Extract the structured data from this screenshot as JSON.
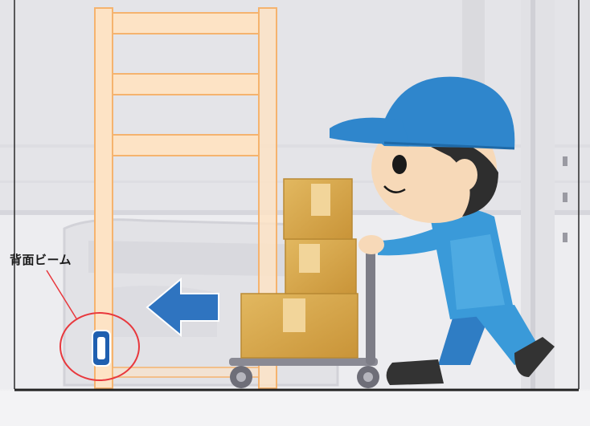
{
  "callout": {
    "label": "背面ビーム"
  },
  "icons": [
    "ladder-frame",
    "back-beam-marker",
    "push-arrow",
    "worker",
    "cardboard-box",
    "hand-cart"
  ],
  "colors": {
    "frame_fill": "#fde3c5",
    "frame_stroke": "#f5b36e",
    "callout_red": "#e8383d",
    "arrow_blue": "#2f74c0",
    "cap_blue": "#2f86cc",
    "shirt_blue": "#3a9ad9",
    "box_tan": "#d9a94e",
    "floor_line": "#222222"
  }
}
